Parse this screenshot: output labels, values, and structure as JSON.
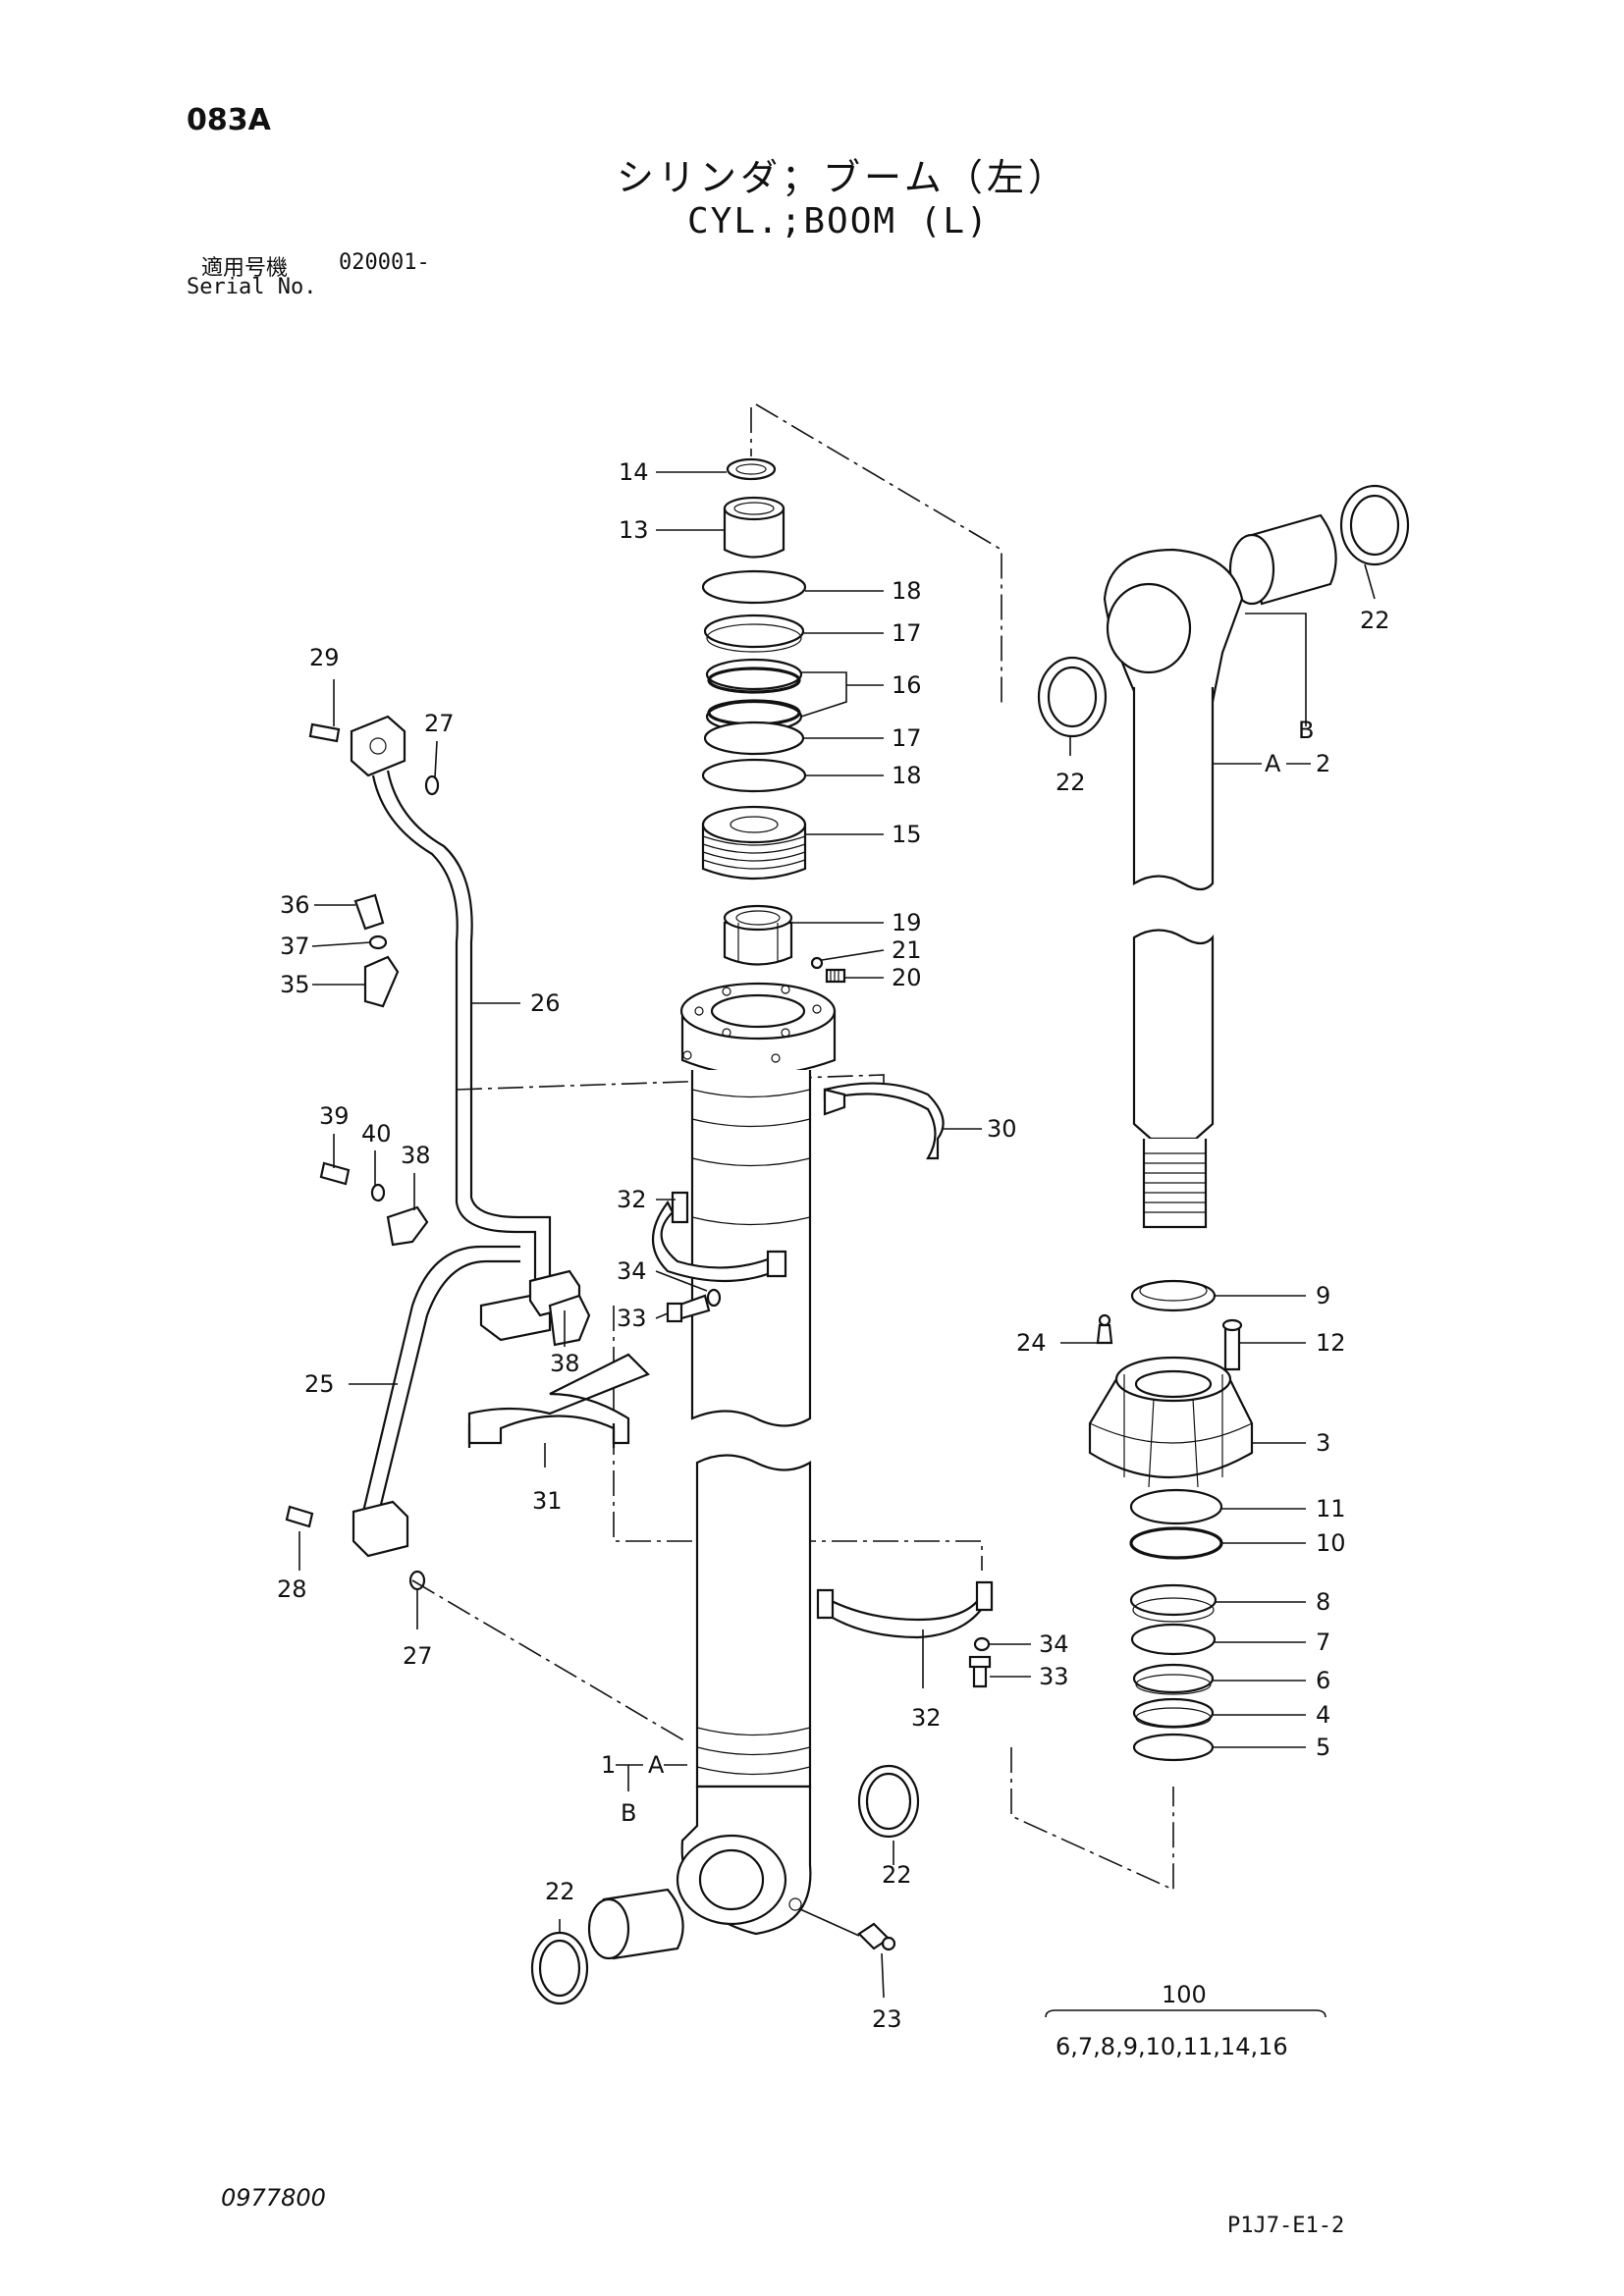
{
  "header": {
    "page_code": "083A",
    "title_jp": "シリンダ；ブーム（左）",
    "title_en": "CYL.;BOOM (L)",
    "serial_label_jp": "適用号機",
    "serial_value": "020001-",
    "serial_label_en": "Serial No."
  },
  "callouts": {
    "c1": "1",
    "c2": "2",
    "c3": "3",
    "c4": "4",
    "c5": "5",
    "c6": "6",
    "c7": "7",
    "c8": "8",
    "c9": "9",
    "c10": "10",
    "c11": "11",
    "c12": "12",
    "c13": "13",
    "c14": "14",
    "c15": "15",
    "c16": "16",
    "c17a": "17",
    "c17b": "17",
    "c18a": "18",
    "c18b": "18",
    "c19": "19",
    "c20": "20",
    "c21": "21",
    "c22a": "22",
    "c22b": "22",
    "c22c": "22",
    "c22d": "22",
    "c23": "23",
    "c24": "24",
    "c25": "25",
    "c26": "26",
    "c27a": "27",
    "c27b": "27",
    "c28": "28",
    "c29": "29",
    "c30": "30",
    "c31": "31",
    "c32a": "32",
    "c32b": "32",
    "c33a": "33",
    "c33b": "33",
    "c34a": "34",
    "c34b": "34",
    "c35": "35",
    "c36": "36",
    "c37": "37",
    "c38a": "38",
    "c38b": "38",
    "c39": "39",
    "c40": "40",
    "ref_a1": "A",
    "ref_b1": "B",
    "ref_a2": "A",
    "ref_b2": "B"
  },
  "kit": {
    "number": "100",
    "contents": "6,7,8,9,10,11,14,16"
  },
  "footer": {
    "drawing_no": "0977800",
    "page_ref": "P1J7-E1-2"
  }
}
